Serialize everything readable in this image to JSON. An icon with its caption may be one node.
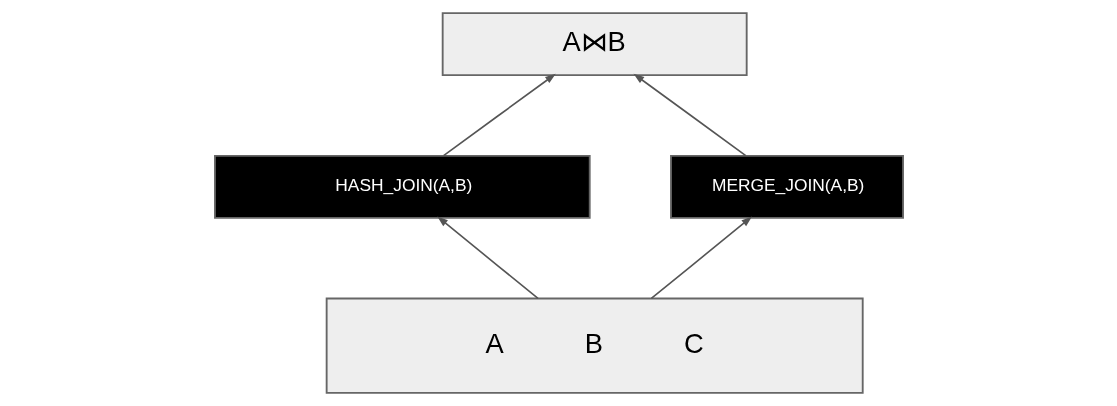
{
  "diagram": {
    "nodes": [
      {
        "text": [
          "A⋈B"
        ]
      },
      {
        "text": [
          "HASH_JOIN(A,B)"
        ]
      },
      {
        "text": [
          "MERGE_JOIN(A,B)"
        ]
      },
      {
        "text": [
          "A",
          "B",
          "C"
        ]
      }
    ],
    "edges": [
      {
        "from": 1,
        "to": 0,
        "arrow": "to"
      },
      {
        "from": 2,
        "to": 0,
        "arrow": "to"
      },
      {
        "from": 3,
        "to": 1,
        "arrow": "to"
      },
      {
        "from": 3,
        "to": 2,
        "arrow": "to"
      }
    ]
  }
}
